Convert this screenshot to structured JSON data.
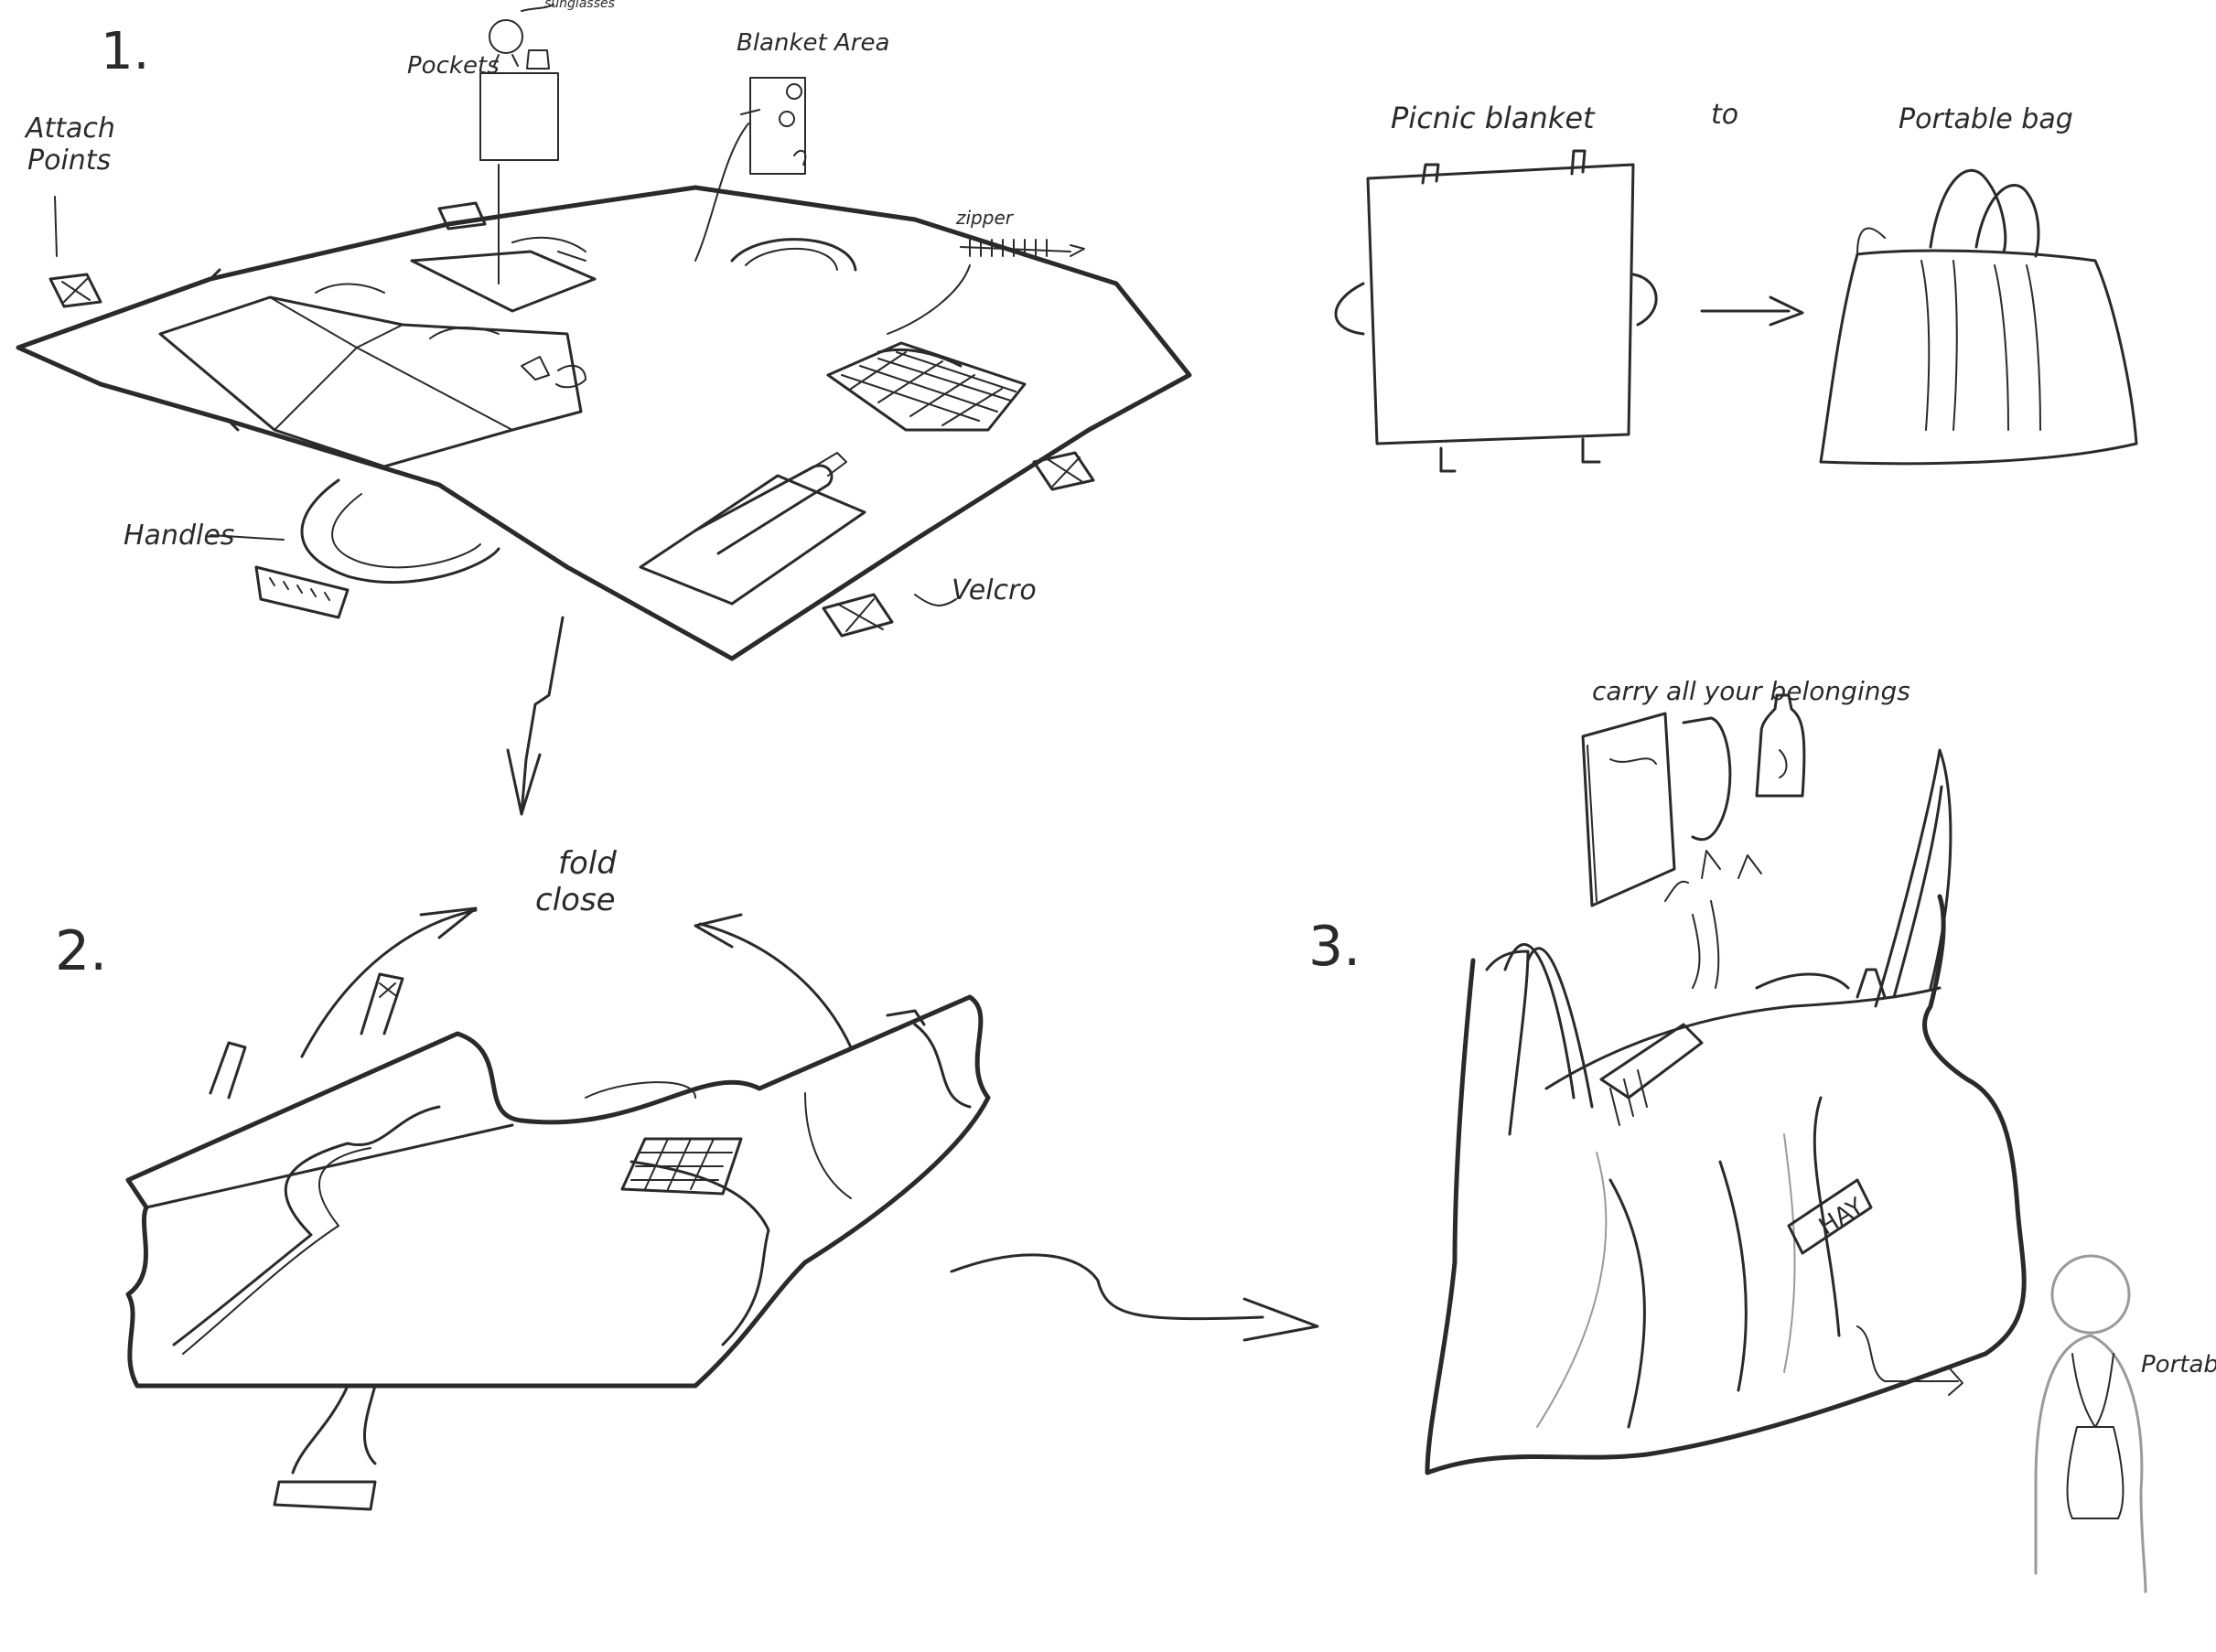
{
  "steps": {
    "one": "1.",
    "two": "2.",
    "three": "3."
  },
  "labels": {
    "attach_points_line1": "Attach",
    "attach_points_line2": "Points",
    "pockets": "Pockets",
    "sunglasses": "sunglasses",
    "blanket_area": "Blanket Area",
    "zipper": "zipper",
    "handles": "Handles",
    "velcro": "Velcro",
    "picnic_blanket": "Picnic blanket",
    "to": "to",
    "portable_bag": "Portable bag",
    "fold_line1": "fold",
    "fold_line2": "close",
    "carry_all": "carry all your belongings",
    "brand": "HAY",
    "portable": "Portable"
  }
}
